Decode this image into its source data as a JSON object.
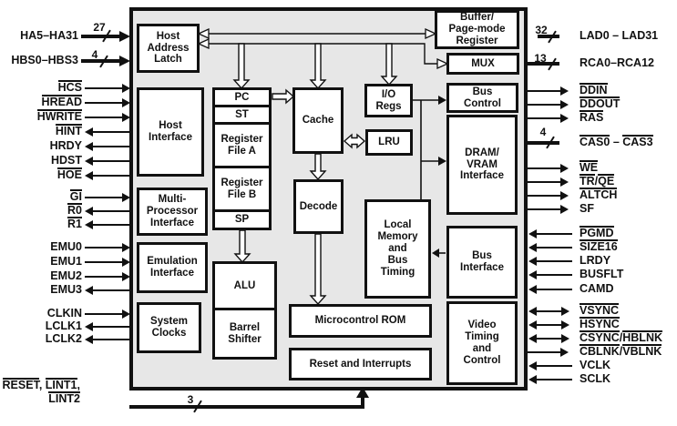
{
  "blocks": {
    "host_address_latch": {
      "lines": [
        "Host",
        "Address",
        "Latch"
      ]
    },
    "host_interface": {
      "lines": [
        "Host",
        "Interface"
      ]
    },
    "multiprocessor_interface": {
      "lines": [
        "Multi-",
        "Processor",
        "Interface"
      ]
    },
    "emulation_interface": {
      "lines": [
        "Emulation",
        "Interface"
      ]
    },
    "system_clocks": {
      "lines": [
        "System",
        "Clocks"
      ]
    },
    "pc": {
      "lines": [
        "PC"
      ]
    },
    "st": {
      "lines": [
        "ST"
      ]
    },
    "reg_file_a": {
      "lines": [
        "Register",
        "File A"
      ]
    },
    "reg_file_b": {
      "lines": [
        "Register",
        "File B"
      ]
    },
    "sp": {
      "lines": [
        "SP"
      ]
    },
    "cache": {
      "lines": [
        "Cache"
      ]
    },
    "io_regs": {
      "lines": [
        "I/O",
        "Regs"
      ]
    },
    "lru": {
      "lines": [
        "LRU"
      ]
    },
    "decode": {
      "lines": [
        "Decode"
      ]
    },
    "alu": {
      "lines": [
        "ALU"
      ]
    },
    "barrel_shifter": {
      "lines": [
        "Barrel",
        "Shifter"
      ]
    },
    "local_memory": {
      "lines": [
        "Local",
        "Memory",
        "and",
        "Bus",
        "Timing"
      ]
    },
    "microcontrol_rom": {
      "lines": [
        "Microcontrol ROM"
      ]
    },
    "reset_interrupts": {
      "lines": [
        "Reset and Interrupts"
      ]
    },
    "buffer_pagemode": {
      "lines": [
        "Buffer/",
        "Page-mode",
        "Register"
      ]
    },
    "mux": {
      "lines": [
        "MUX"
      ]
    },
    "bus_control": {
      "lines": [
        "Bus",
        "Control"
      ]
    },
    "dram_vram": {
      "lines": [
        "DRAM/",
        "VRAM",
        "Interface"
      ]
    },
    "bus_interface": {
      "lines": [
        "Bus",
        "Interface"
      ]
    },
    "video_timing": {
      "lines": [
        "Video",
        "Timing",
        "and",
        "Control"
      ]
    }
  },
  "pins_left": [
    {
      "id": "ha",
      "parts": [
        {
          "t": "HA5–HA31"
        }
      ],
      "dir": "in",
      "thick": true,
      "bus": "27"
    },
    {
      "id": "hbs",
      "parts": [
        {
          "t": "HBS0–HBS3"
        }
      ],
      "dir": "in",
      "thick": true,
      "bus": "4"
    },
    {
      "id": "hcs",
      "parts": [
        {
          "t": "HCS",
          "bar": true
        }
      ],
      "dir": "in"
    },
    {
      "id": "hread",
      "parts": [
        {
          "t": "HREAD",
          "bar": true
        }
      ],
      "dir": "in"
    },
    {
      "id": "hwrite",
      "parts": [
        {
          "t": "HWRITE",
          "bar": true
        }
      ],
      "dir": "in"
    },
    {
      "id": "hint",
      "parts": [
        {
          "t": "HINT",
          "bar": true
        }
      ],
      "dir": "out"
    },
    {
      "id": "hrdy",
      "parts": [
        {
          "t": "HRDY"
        }
      ],
      "dir": "out"
    },
    {
      "id": "hdst",
      "parts": [
        {
          "t": "HDST"
        }
      ],
      "dir": "out"
    },
    {
      "id": "hoe",
      "parts": [
        {
          "t": "HOE",
          "bar": true
        }
      ],
      "dir": "out"
    },
    {
      "id": "gi",
      "parts": [
        {
          "t": "GI",
          "bar": true
        }
      ],
      "dir": "in"
    },
    {
      "id": "r0",
      "parts": [
        {
          "t": "R0",
          "bar": true
        }
      ],
      "dir": "out"
    },
    {
      "id": "r1",
      "parts": [
        {
          "t": "R1",
          "bar": true
        }
      ],
      "dir": "out"
    },
    {
      "id": "emu0",
      "parts": [
        {
          "t": "EMU0"
        }
      ],
      "dir": "in"
    },
    {
      "id": "emu1",
      "parts": [
        {
          "t": "EMU1"
        }
      ],
      "dir": "in"
    },
    {
      "id": "emu2",
      "parts": [
        {
          "t": "EMU2"
        }
      ],
      "dir": "in"
    },
    {
      "id": "emu3",
      "parts": [
        {
          "t": "EMU3"
        }
      ],
      "dir": "out"
    },
    {
      "id": "clkin",
      "parts": [
        {
          "t": "CLKIN"
        }
      ],
      "dir": "in"
    },
    {
      "id": "lclk1",
      "parts": [
        {
          "t": "LCLK1"
        }
      ],
      "dir": "out"
    },
    {
      "id": "lclk2",
      "parts": [
        {
          "t": "LCLK2"
        }
      ],
      "dir": "out"
    }
  ],
  "pins_right": [
    {
      "id": "lad",
      "parts": [
        {
          "t": "LAD0 – LAD31"
        }
      ],
      "dir": "bidir",
      "thick": true,
      "bus": "32"
    },
    {
      "id": "rca",
      "parts": [
        {
          "t": "RCA0–RCA12"
        }
      ],
      "dir": "out",
      "thick": true,
      "bus": "13"
    },
    {
      "id": "ddin",
      "parts": [
        {
          "t": "DDIN",
          "bar": true
        }
      ],
      "dir": "out"
    },
    {
      "id": "ddout",
      "parts": [
        {
          "t": "DDOUT",
          "bar": true
        }
      ],
      "dir": "out"
    },
    {
      "id": "ras",
      "parts": [
        {
          "t": "RAS",
          "bar": true
        }
      ],
      "dir": "out"
    },
    {
      "id": "cas",
      "parts": [
        {
          "t": "CAS0",
          "bar": true
        },
        {
          "t": " – "
        },
        {
          "t": "CAS3",
          "bar": true
        }
      ],
      "dir": "out",
      "thick": true,
      "bus": "4"
    },
    {
      "id": "we",
      "parts": [
        {
          "t": "WE",
          "bar": true
        }
      ],
      "dir": "out"
    },
    {
      "id": "trqe",
      "parts": [
        {
          "t": "TR",
          "bar": true
        },
        {
          "t": "/"
        },
        {
          "t": "QE",
          "bar": true
        }
      ],
      "dir": "out"
    },
    {
      "id": "altch",
      "parts": [
        {
          "t": "ALTCH",
          "bar": true
        }
      ],
      "dir": "out"
    },
    {
      "id": "sf",
      "parts": [
        {
          "t": "SF"
        }
      ],
      "dir": "out"
    },
    {
      "id": "pgmd",
      "parts": [
        {
          "t": "PGMD",
          "bar": true
        }
      ],
      "dir": "in"
    },
    {
      "id": "size16",
      "parts": [
        {
          "t": "SIZE16",
          "bar": true
        }
      ],
      "dir": "in"
    },
    {
      "id": "lrdy",
      "parts": [
        {
          "t": "LRDY"
        }
      ],
      "dir": "in"
    },
    {
      "id": "busflt",
      "parts": [
        {
          "t": "BUSFLT"
        }
      ],
      "dir": "in"
    },
    {
      "id": "camd",
      "parts": [
        {
          "t": "CAMD"
        }
      ],
      "dir": "in"
    },
    {
      "id": "vsync",
      "parts": [
        {
          "t": "VSYNC",
          "bar": true
        }
      ],
      "dir": "bidir"
    },
    {
      "id": "hsync",
      "parts": [
        {
          "t": "HSYNC",
          "bar": true
        }
      ],
      "dir": "bidir"
    },
    {
      "id": "csync_hblnk",
      "parts": [
        {
          "t": "CSYNC",
          "bar": true
        },
        {
          "t": "/"
        },
        {
          "t": "HBLNK",
          "bar": true
        }
      ],
      "dir": "bidir"
    },
    {
      "id": "cblnk_vblnk",
      "parts": [
        {
          "t": "CBLNK",
          "bar": true
        },
        {
          "t": "/"
        },
        {
          "t": "VBLNK",
          "bar": true
        }
      ],
      "dir": "out"
    },
    {
      "id": "vclk",
      "parts": [
        {
          "t": "VCLK"
        }
      ],
      "dir": "in"
    },
    {
      "id": "sclk",
      "parts": [
        {
          "t": "SCLK"
        }
      ],
      "dir": "in"
    }
  ],
  "bottom_bus": {
    "bus": "3",
    "label_lines": [
      [
        {
          "t": "RESET",
          "bar": true
        },
        {
          "t": ", "
        },
        {
          "t": "LINT1",
          "bar": true
        },
        {
          "t": ","
        }
      ],
      [
        {
          "t": "LINT2",
          "bar": true
        }
      ]
    ]
  },
  "colors": {
    "chip_fill": "#e7e7e7",
    "ink": "#111111",
    "block_fill": "#ffffff"
  }
}
